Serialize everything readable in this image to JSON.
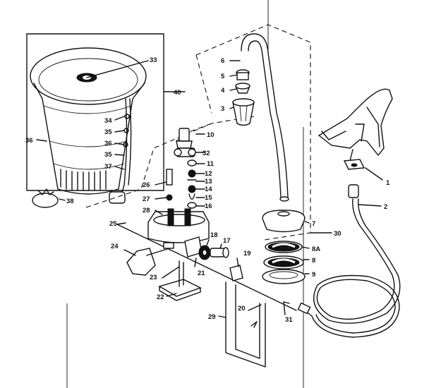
{
  "labels": {
    "l1": "1",
    "l2": "2",
    "l3": "3",
    "l4": "4",
    "l5": "5",
    "l6": "6",
    "l7": "7",
    "l8": "8",
    "l8a": "8A",
    "l9": "9",
    "l10": "10",
    "l11": "11",
    "l12": "12",
    "l13": "13",
    "l14": "14",
    "l15": "15",
    "l16": "16",
    "l17": "17",
    "l18": "18",
    "l19": "19",
    "l20": "20",
    "l21": "21",
    "l22": "22",
    "l23": "23",
    "l24": "24",
    "l25": "25",
    "l26": "26",
    "l27": "27",
    "l28": "28",
    "l29": "29",
    "l30": "30",
    "l31": "31",
    "l32": "32",
    "l33": "33",
    "l34": "34",
    "l35a": "35",
    "l35b": "35",
    "l36a": "36",
    "l36b": "36",
    "l37": "37",
    "l38": "38",
    "l40": "40"
  }
}
